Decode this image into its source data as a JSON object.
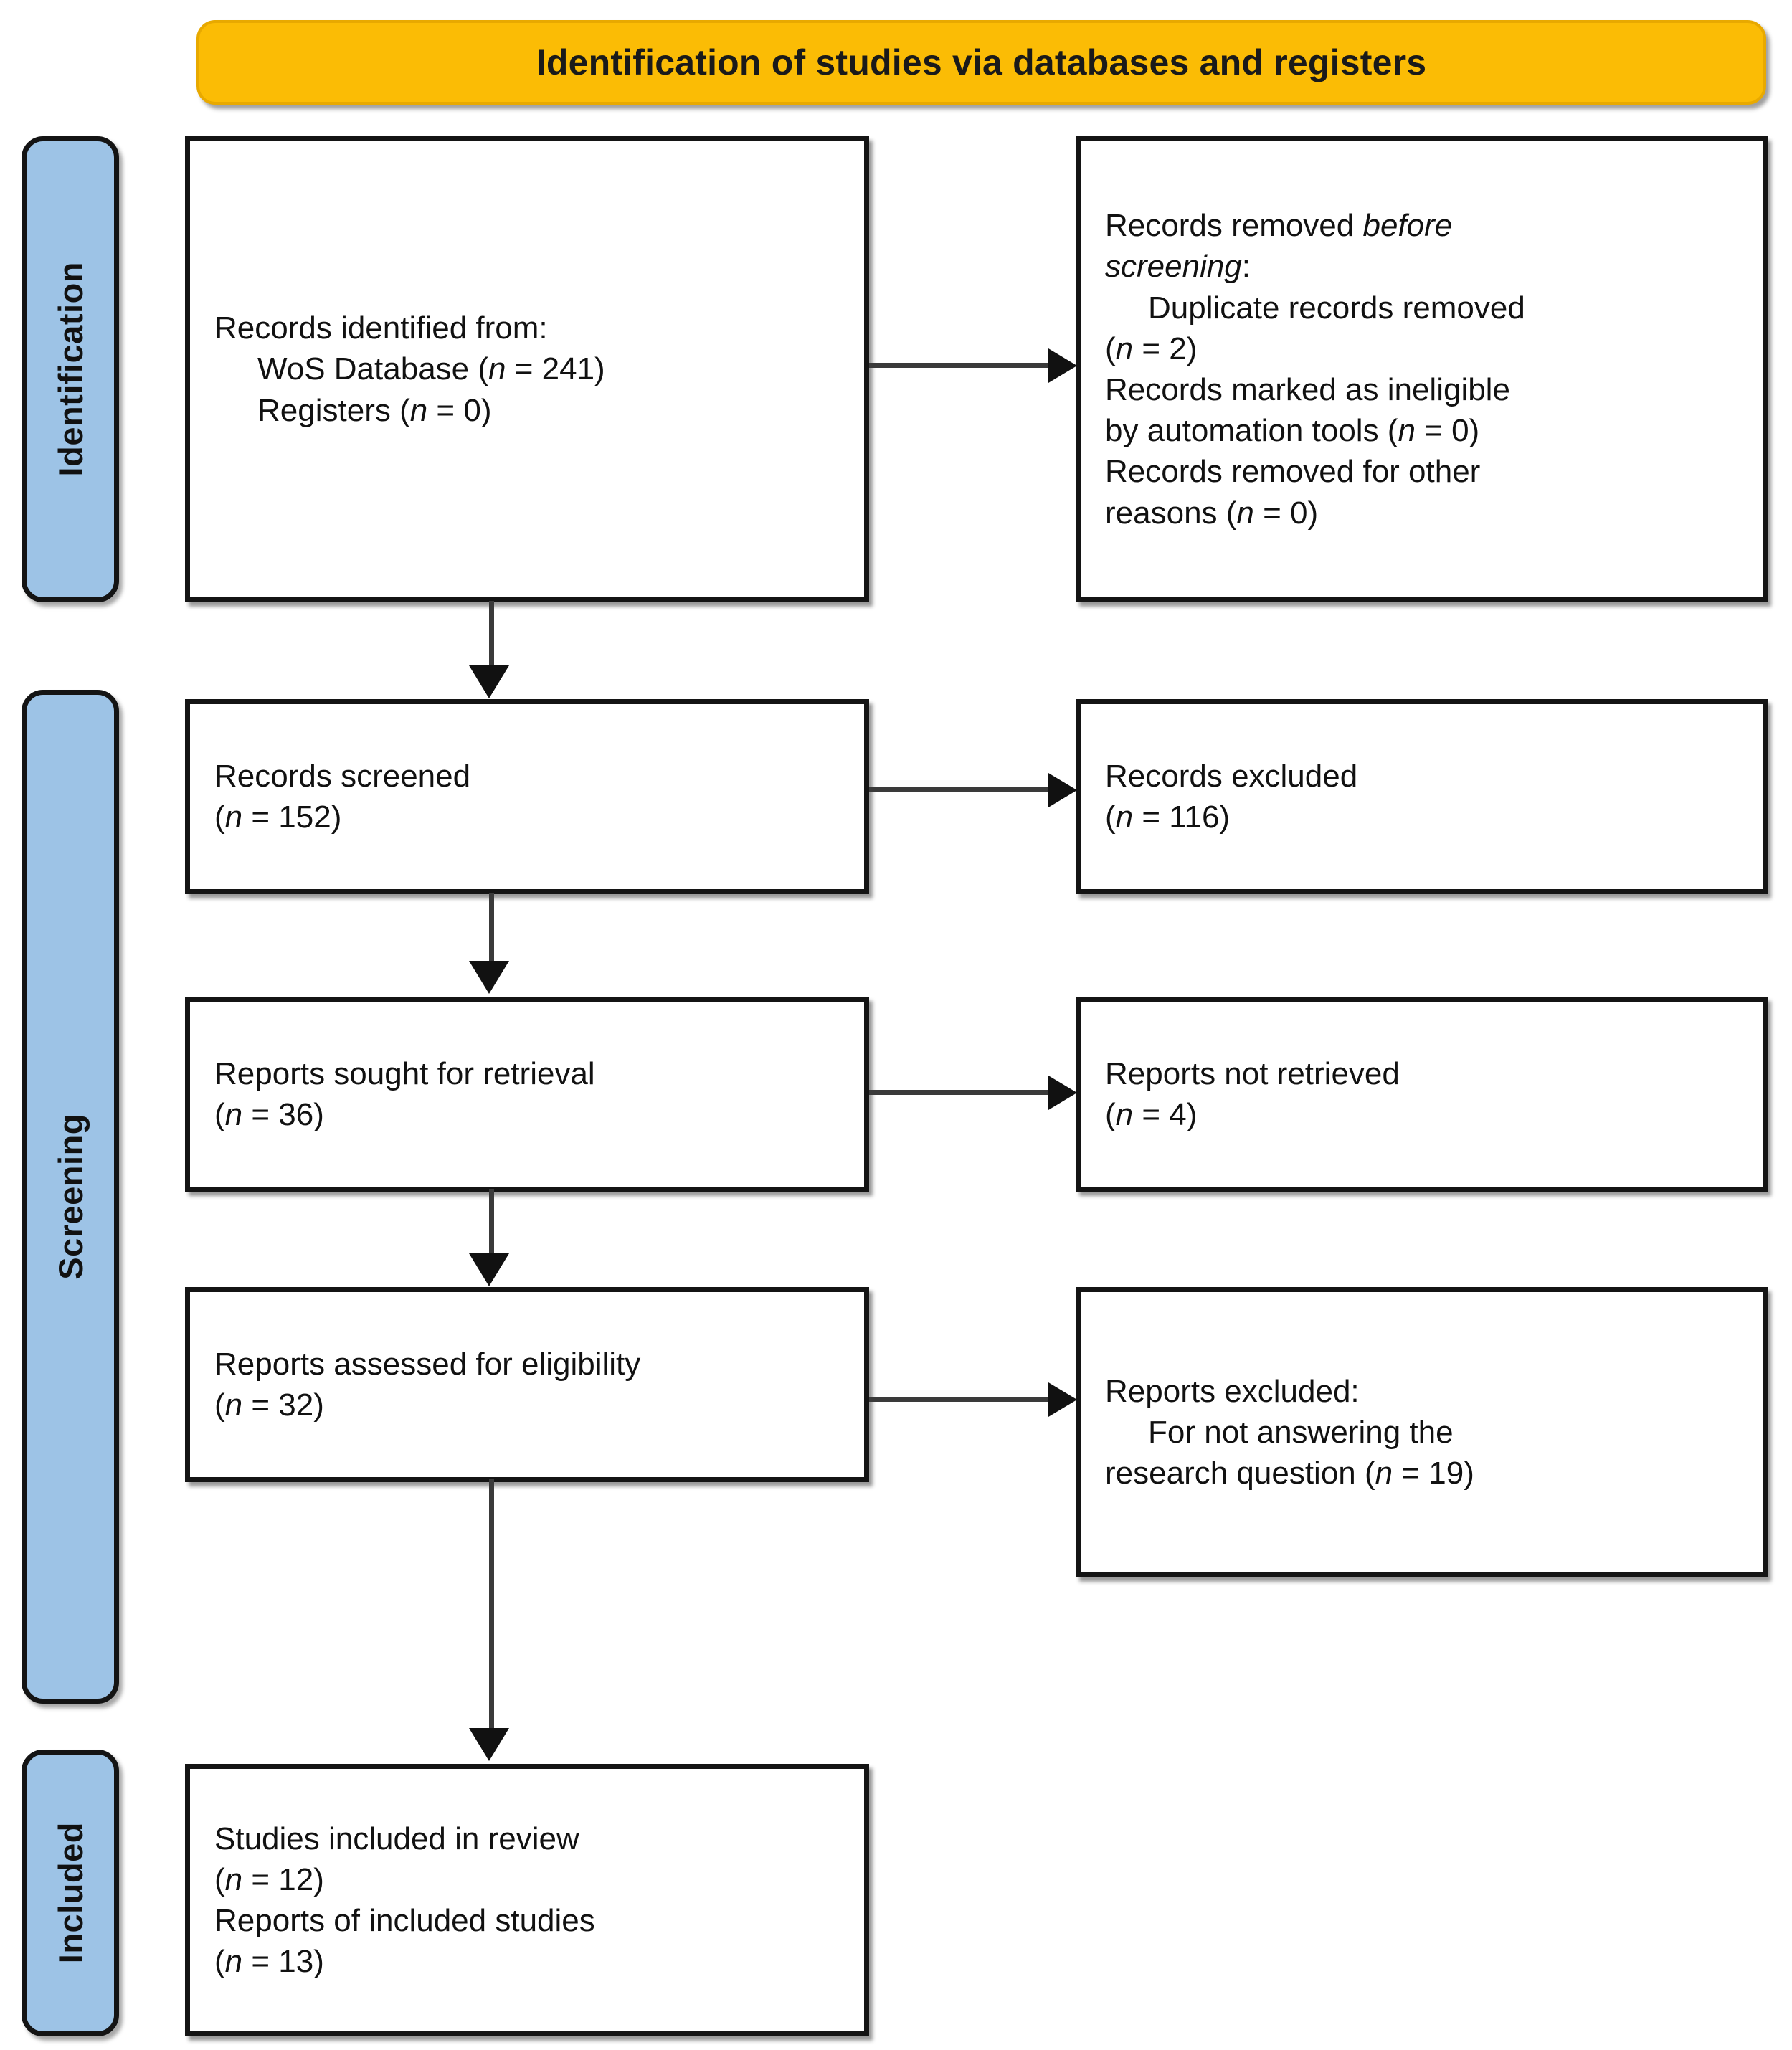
{
  "banner": {
    "title": "Identification of studies via databases and registers"
  },
  "colors": {
    "banner_fill": "#FBBC05",
    "phase_fill": "#9DC3E6",
    "box_border": "#141414",
    "connector": "#3A3A3A"
  },
  "phases": [
    {
      "id": "identification",
      "label": "Identification"
    },
    {
      "id": "screening",
      "label": "Screening"
    },
    {
      "id": "included",
      "label": "Included"
    }
  ],
  "boxes": {
    "identified": {
      "lines": [
        "Records identified from:",
        "WoS Database (n = 241)",
        "Registers (n = 0)"
      ]
    },
    "removed_before_screening": {
      "lines": [
        "Records removed before",
        "screening:",
        "Duplicate records removed",
        "(n = 2)",
        "Records marked as ineligible",
        "by automation tools (n = 0)",
        "Records removed for other",
        "reasons (n = 0)"
      ]
    },
    "screened": {
      "lines": [
        "Records screened",
        "(n = 152)"
      ]
    },
    "records_excluded": {
      "lines": [
        "Records excluded",
        "(n = 116)"
      ]
    },
    "sought_for_retrieval": {
      "lines": [
        "Reports sought for retrieval",
        "(n = 36)"
      ]
    },
    "not_retrieved": {
      "lines": [
        "Reports not retrieved",
        "(n = 4)"
      ]
    },
    "assessed_for_eligibility": {
      "lines": [
        "Reports assessed for eligibility",
        "(n = 32)"
      ]
    },
    "reports_excluded": {
      "lines": [
        "Reports excluded:",
        "For not answering the",
        "research question (n = 19)"
      ]
    },
    "included": {
      "lines": [
        "Studies included in review",
        "(n = 12)",
        "Reports of included studies",
        "(n = 13)"
      ]
    }
  },
  "chart_data": {
    "type": "diagram",
    "title": "Identification of studies via databases and registers",
    "diagram_kind": "PRISMA 2020 flow diagram",
    "nodes": [
      {
        "id": "identified",
        "phase": "Identification",
        "column": "left",
        "text": "Records identified from: WoS Database (n = 241); Registers (n = 0)",
        "counts": {
          "WoS Database": 241,
          "Registers": 0
        }
      },
      {
        "id": "removed_before_screening",
        "phase": "Identification",
        "column": "right",
        "text": "Records removed before screening: Duplicate records removed (n = 2); Records marked as ineligible by automation tools (n = 0); Records removed for other reasons (n = 0)",
        "counts": {
          "Duplicate records removed": 2,
          "Records marked as ineligible by automation tools": 0,
          "Records removed for other reasons": 0
        }
      },
      {
        "id": "screened",
        "phase": "Screening",
        "column": "left",
        "text": "Records screened (n = 152)",
        "counts": {
          "n": 152
        }
      },
      {
        "id": "records_excluded",
        "phase": "Screening",
        "column": "right",
        "text": "Records excluded (n = 116)",
        "counts": {
          "n": 116
        }
      },
      {
        "id": "sought",
        "phase": "Screening",
        "column": "left",
        "text": "Reports sought for retrieval (n = 36)",
        "counts": {
          "n": 36
        }
      },
      {
        "id": "not_retrieved",
        "phase": "Screening",
        "column": "right",
        "text": "Reports not retrieved (n = 4)",
        "counts": {
          "n": 4
        }
      },
      {
        "id": "assessed",
        "phase": "Screening",
        "column": "left",
        "text": "Reports assessed for eligibility (n = 32)",
        "counts": {
          "n": 32
        }
      },
      {
        "id": "reports_excluded",
        "phase": "Screening",
        "column": "right",
        "text": "Reports excluded: For not answering the research question (n = 19)",
        "counts": {
          "For not answering the research question": 19
        }
      },
      {
        "id": "included",
        "phase": "Included",
        "column": "left",
        "text": "Studies included in review (n = 12); Reports of included studies (n = 13)",
        "counts": {
          "Studies included in review": 12,
          "Reports of included studies": 13
        }
      }
    ],
    "edges": [
      {
        "from": "identified",
        "to": "removed_before_screening",
        "direction": "right"
      },
      {
        "from": "identified",
        "to": "screened",
        "direction": "down"
      },
      {
        "from": "screened",
        "to": "records_excluded",
        "direction": "right"
      },
      {
        "from": "screened",
        "to": "sought",
        "direction": "down"
      },
      {
        "from": "sought",
        "to": "not_retrieved",
        "direction": "right"
      },
      {
        "from": "sought",
        "to": "assessed",
        "direction": "down"
      },
      {
        "from": "assessed",
        "to": "reports_excluded",
        "direction": "right"
      },
      {
        "from": "assessed",
        "to": "included",
        "direction": "down"
      }
    ]
  }
}
